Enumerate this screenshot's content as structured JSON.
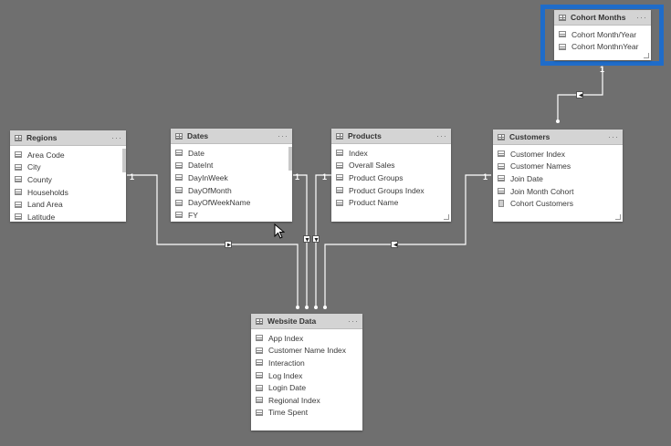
{
  "tables": {
    "cohort_months": {
      "title": "Cohort Months",
      "menu": "···",
      "columns": [
        "Cohort Month/Year",
        "Cohort MonthnYear"
      ]
    },
    "regions": {
      "title": "Regions",
      "menu": "···",
      "columns": [
        "Area Code",
        "City",
        "County",
        "Households",
        "Land Area",
        "Latitude"
      ]
    },
    "dates": {
      "title": "Dates",
      "menu": "···",
      "columns": [
        "Date",
        "DateInt",
        "DayInWeek",
        "DayOfMonth",
        "DayOfWeekName",
        "FY"
      ]
    },
    "products": {
      "title": "Products",
      "menu": "···",
      "columns": [
        "Index",
        "Overall Sales",
        "Product Groups",
        "Product Groups Index",
        "Product Name"
      ]
    },
    "customers": {
      "title": "Customers",
      "menu": "···",
      "columns": [
        "Customer Index",
        "Customer Names",
        "Join Date",
        "Join Month Cohort",
        "Cohort Customers"
      ],
      "column_kinds": [
        "column",
        "column",
        "column",
        "column",
        "measure"
      ]
    },
    "website_data": {
      "title": "Website Data",
      "menu": "···",
      "columns": [
        "App Index",
        "Customer Name Index",
        "Interaction",
        "Log Index",
        "Login Date",
        "Regional Index",
        "Time Spent"
      ]
    }
  },
  "relationships": {
    "one": "1"
  },
  "colors": {
    "canvas": "#6f6f6f",
    "selection": "#1f6cc9",
    "line": "#ffffff",
    "header": "#d4d4d4"
  },
  "icons": {
    "table": "table-icon",
    "column": "column-icon",
    "measure": "calculator-icon",
    "filter_direction": "arrow-icon",
    "pointer": "mouse-pointer-icon"
  }
}
